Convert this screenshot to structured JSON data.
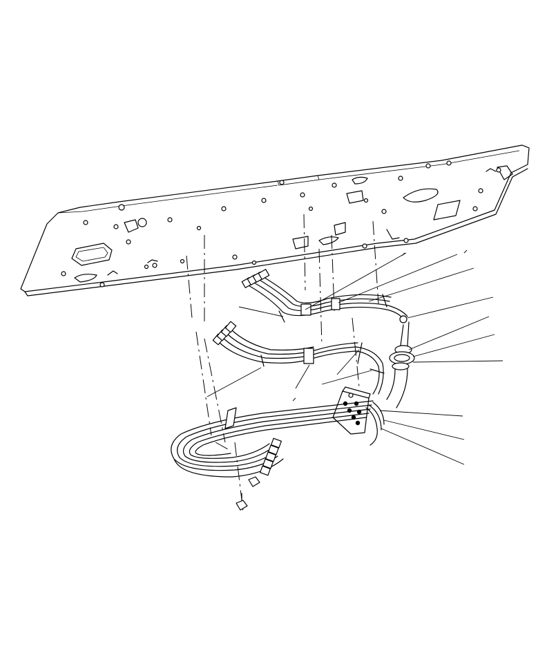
{
  "diagram": {
    "background": "#ffffff",
    "line_color": "#000000",
    "parts": [
      {
        "id": "mounting-plate"
      },
      {
        "id": "upper-harness"
      },
      {
        "id": "middle-harness"
      },
      {
        "id": "lower-harness"
      },
      {
        "id": "grommet"
      },
      {
        "id": "terminal-block"
      }
    ]
  }
}
